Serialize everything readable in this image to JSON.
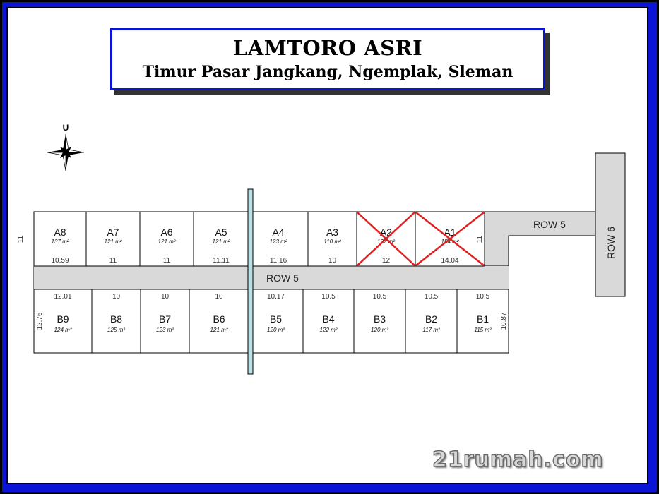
{
  "title": {
    "name": "LAMTORO ASRI",
    "location": "Timur Pasar Jangkang, Ngemplak, Sleman"
  },
  "compass": {
    "north_label": "U"
  },
  "roads": {
    "main_road": "ROW 5",
    "side_road": "ROW 5",
    "vertical_road": "ROW 6"
  },
  "row_a": {
    "lots": [
      {
        "id": "A8",
        "area": "137 m²",
        "front": "10.59",
        "sold": false
      },
      {
        "id": "A7",
        "area": "121 m²",
        "front": "11",
        "sold": false
      },
      {
        "id": "A6",
        "area": "121 m²",
        "front": "11",
        "sold": false
      },
      {
        "id": "A5",
        "area": "121 m²",
        "front": "11.11",
        "sold": false
      },
      {
        "id": "A4",
        "area": "123 m²",
        "front": "11.16",
        "sold": false
      },
      {
        "id": "A3",
        "area": "110 m²",
        "front": "10",
        "sold": false
      },
      {
        "id": "A2",
        "area": "132 m²",
        "front": "12",
        "sold": true
      },
      {
        "id": "A1",
        "area": "154 m²",
        "front": "14.04",
        "sold": true
      }
    ],
    "depth_left": "11",
    "depth_right": "11"
  },
  "row_b": {
    "lots": [
      {
        "id": "B9",
        "area": "124 m²",
        "front": "12.01"
      },
      {
        "id": "B8",
        "area": "125 m²",
        "front": "10"
      },
      {
        "id": "B7",
        "area": "123 m²",
        "front": "10"
      },
      {
        "id": "B6",
        "area": "121 m²",
        "front": "10"
      },
      {
        "id": "B5",
        "area": "120 m²",
        "front": "10.17"
      },
      {
        "id": "B4",
        "area": "122 m²",
        "front": "10.5"
      },
      {
        "id": "B3",
        "area": "120 m²",
        "front": "10.5"
      },
      {
        "id": "B2",
        "area": "117 m²",
        "front": "10.5"
      },
      {
        "id": "B1",
        "area": "115 m²",
        "front": "10.5"
      }
    ],
    "depth_left": "12.76",
    "depth_right": "10.87"
  },
  "watermark": "21rumah.com",
  "colors": {
    "frame_blue": "#0a14d6",
    "road_gray": "#d9d9d9",
    "canal_blue": "#b8e0e4",
    "sold_cross": "#e02020"
  }
}
